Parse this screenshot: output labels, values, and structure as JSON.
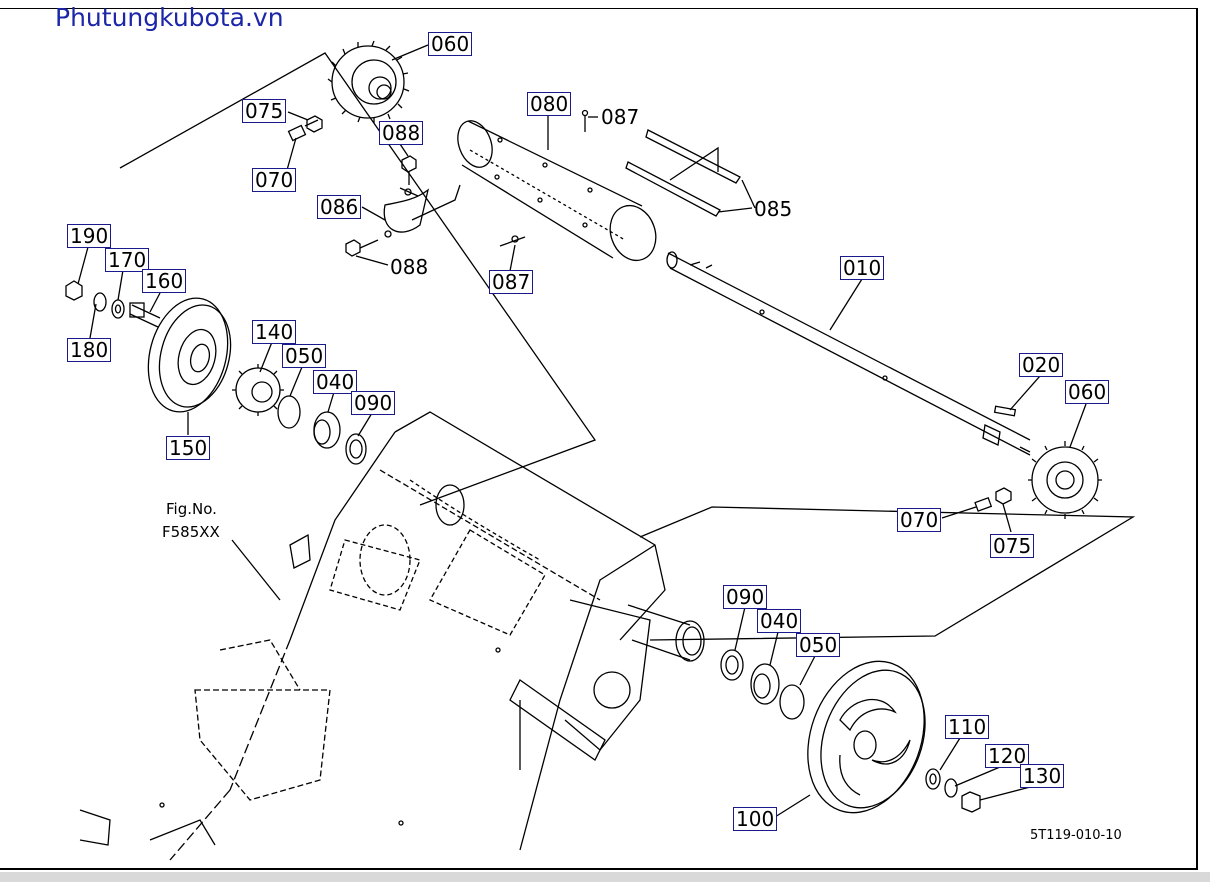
{
  "watermark": "Phutungkubota.vn",
  "figure_ref": {
    "line1": "Fig.No.",
    "line2": "F585XX"
  },
  "doc_id": "5T119-010-10",
  "callouts": {
    "c060a": "060",
    "c075a": "075",
    "c070a": "070",
    "c080": "080",
    "c087a": "087",
    "c088a": "088",
    "c086": "086",
    "c088b": "088",
    "c087b": "087",
    "c085": "085",
    "c010": "010",
    "c190": "190",
    "c170": "170",
    "c160": "160",
    "c180": "180",
    "c140": "140",
    "c050a": "050",
    "c040a": "040",
    "c090a": "090",
    "c150": "150",
    "c020": "020",
    "c060b": "060",
    "c070b": "070",
    "c075b": "075",
    "c090b": "090",
    "c040b": "040",
    "c050b": "050",
    "c110": "110",
    "c120": "120",
    "c130": "130",
    "c100": "100"
  }
}
